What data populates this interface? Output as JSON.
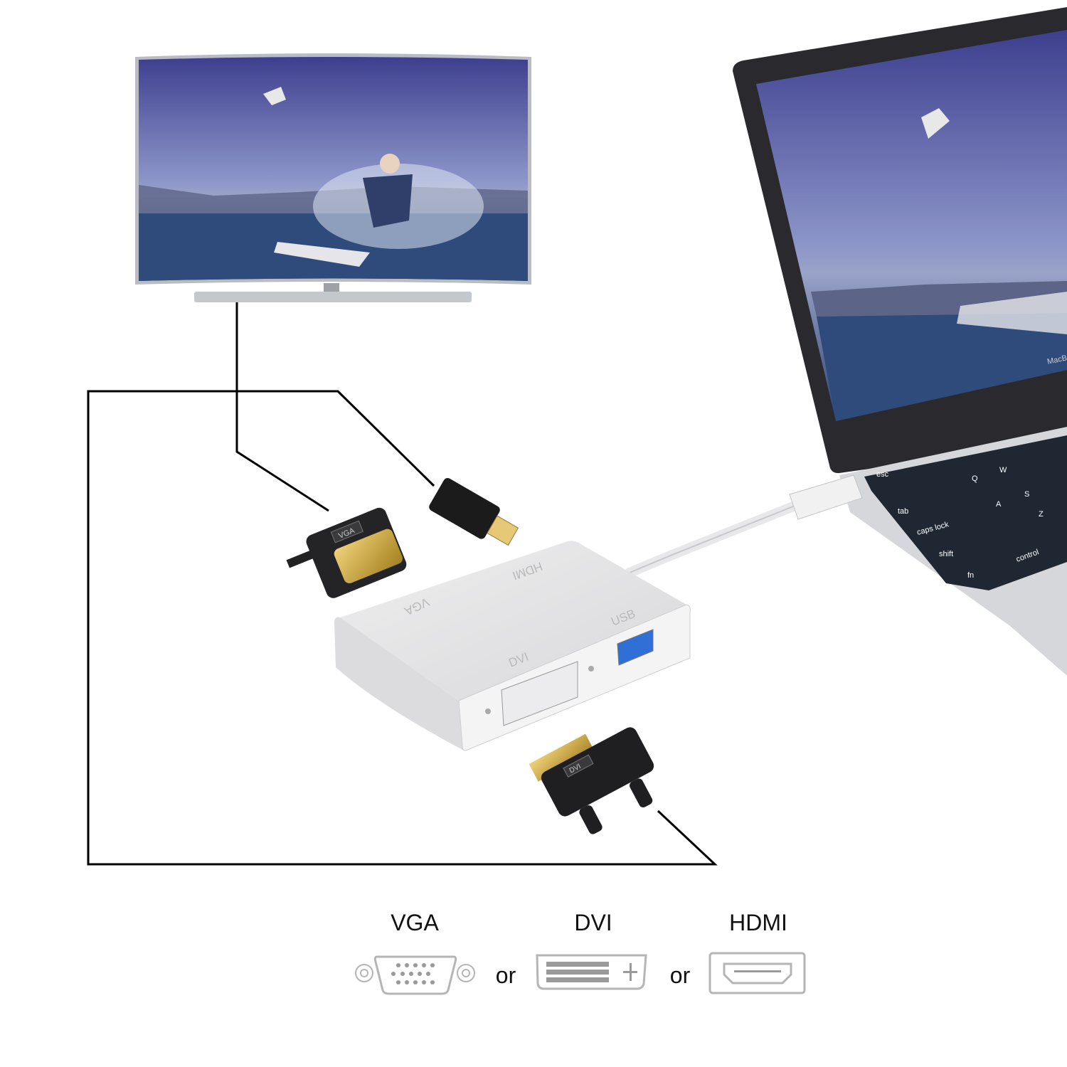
{
  "adapter": {
    "port_labels": {
      "vga": "VGA",
      "hdmi": "HDMI",
      "dvi": "DVI",
      "usb": "USB"
    },
    "usb_port_color": "#2f6fd6"
  },
  "plugs": {
    "vga_plug_label": "VGA",
    "dvi_plug_label": "DVI"
  },
  "laptop": {
    "brand_text": "MacB",
    "keys": [
      "esc",
      "tab",
      "caps lock",
      "shift",
      "fn",
      "control",
      "Q",
      "W",
      "A",
      "S",
      "Z"
    ]
  },
  "legend": {
    "items": [
      {
        "label": "VGA",
        "icon": "vga-port-icon"
      },
      {
        "label": "DVI",
        "icon": "dvi-port-icon"
      },
      {
        "label": "HDMI",
        "icon": "hdmi-port-icon"
      }
    ],
    "separator": "or"
  },
  "colors": {
    "line": "#000000",
    "screen_sky": "#4a4f9c",
    "water": "#2d4a78",
    "aluminum": "#e4e4e6",
    "keyboard": "#1f2733"
  }
}
